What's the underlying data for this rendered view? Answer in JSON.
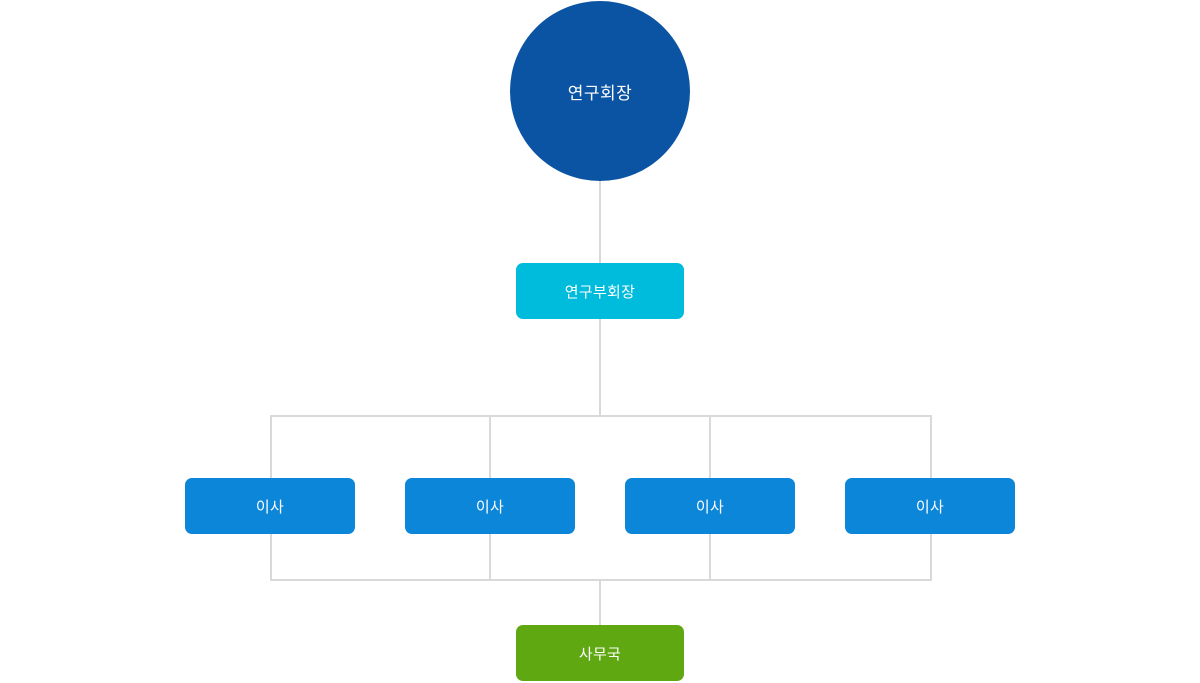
{
  "chart": {
    "type": "org-chart",
    "title": "",
    "background_color": "#ffffff",
    "connector_color": "#d9d9d9",
    "nodes": [
      {
        "id": "president",
        "label": "연구회장",
        "shape": "circle",
        "color": "#0b53a3",
        "text_color": "#ffffff",
        "level": 0
      },
      {
        "id": "vice-president",
        "label": "연구부회장",
        "shape": "rounded-rect",
        "color": "#00bcdc",
        "text_color": "#ffffff",
        "level": 1
      },
      {
        "id": "director-1",
        "label": "이사",
        "shape": "rounded-rect",
        "color": "#0b86d8",
        "text_color": "#ffffff",
        "level": 2
      },
      {
        "id": "director-2",
        "label": "이사",
        "shape": "rounded-rect",
        "color": "#0b86d8",
        "text_color": "#ffffff",
        "level": 2
      },
      {
        "id": "director-3",
        "label": "이사",
        "shape": "rounded-rect",
        "color": "#0b86d8",
        "text_color": "#ffffff",
        "level": 2
      },
      {
        "id": "director-4",
        "label": "이사",
        "shape": "rounded-rect",
        "color": "#0b86d8",
        "text_color": "#ffffff",
        "level": 2
      },
      {
        "id": "secretariat",
        "label": "사무국",
        "shape": "rounded-rect",
        "color": "#5fa811",
        "text_color": "#ffffff",
        "level": 3
      }
    ],
    "edges": [
      {
        "from": "president",
        "to": "vice-president"
      },
      {
        "from": "vice-president",
        "to": "director-1"
      },
      {
        "from": "vice-president",
        "to": "director-2"
      },
      {
        "from": "vice-president",
        "to": "director-3"
      },
      {
        "from": "vice-president",
        "to": "director-4"
      },
      {
        "from": "vice-president",
        "to": "secretariat"
      }
    ]
  }
}
